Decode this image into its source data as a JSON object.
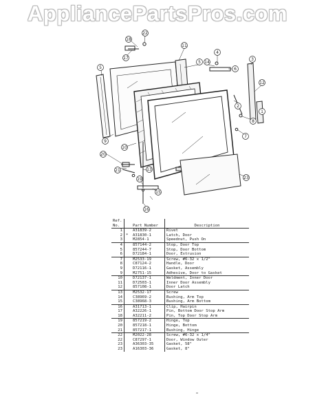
{
  "watermark": "AppliancePartsPros.com",
  "table": {
    "header_ref": "Ref.",
    "header_no": "No.",
    "header_part": "Part Number",
    "header_desc": "Description",
    "rows": [
      {
        "ref": "1",
        "mark": "",
        "part": "A31839-2",
        "desc": "Rivet",
        "sep": false
      },
      {
        "ref": "2",
        "mark": "*",
        "part": "A31830-1",
        "desc": "Latch, Door",
        "sep": false
      },
      {
        "ref": "3",
        "mark": "",
        "part": "M2854-1",
        "desc": "Speednut, Push On",
        "sep": true
      },
      {
        "ref": "4",
        "mark": "",
        "part": "857144-2",
        "desc": "Stop, Door Top",
        "sep": false
      },
      {
        "ref": "5",
        "mark": "",
        "part": "857244-7",
        "desc": "Stop, Door Bottom",
        "sep": false
      },
      {
        "ref": "6",
        "mark": "",
        "part": "D72184-1",
        "desc": "Door, Extrusion",
        "sep": true
      },
      {
        "ref": "7",
        "mark": "",
        "part": "M2533-19",
        "desc": "Screw, #6-32 x 1/2\"",
        "sep": false
      },
      {
        "ref": "8",
        "mark": "",
        "part": "C87124-2",
        "desc": "Handle, Door",
        "sep": false
      },
      {
        "ref": "9",
        "mark": "",
        "part": "D72116-1",
        "desc": "Gasket, Assembly",
        "sep": false
      },
      {
        "ref": "9",
        "mark": "",
        "part": "M2751-15",
        "desc": "Adhesive, Door to Gasket",
        "sep": true
      },
      {
        "ref": "10",
        "mark": "",
        "part": "D72137-1",
        "desc": "Weldment, Inner Door",
        "sep": false
      },
      {
        "ref": "11",
        "mark": "",
        "part": "D72503-1",
        "desc": "Inner Door Assembly",
        "sep": false
      },
      {
        "ref": "12",
        "mark": "",
        "part": "857108-1",
        "desc": "Door Latch",
        "sep": true
      },
      {
        "ref": "13",
        "mark": "",
        "part": "M2532-17",
        "desc": "Screw",
        "sep": false
      },
      {
        "ref": "14",
        "mark": "",
        "part": "C38969-2",
        "desc": "Bushing, Arm Top",
        "sep": false
      },
      {
        "ref": "15",
        "mark": "",
        "part": "C38968-3",
        "desc": "Bushing, Arm Bottom",
        "sep": true
      },
      {
        "ref": "16",
        "mark": "",
        "part": "A31713-1",
        "desc": "Clip, Hairpin",
        "sep": false
      },
      {
        "ref": "17",
        "mark": "",
        "part": "A32226-1",
        "desc": "Pin, Bottom Door Stop Arm",
        "sep": false
      },
      {
        "ref": "18",
        "mark": "",
        "part": "A32211-2",
        "desc": "Pin, Top Door Stop Arm",
        "sep": true
      },
      {
        "ref": "19",
        "mark": "",
        "part": "857219-2",
        "desc": "Hinge, Top",
        "sep": false
      },
      {
        "ref": "20",
        "mark": "",
        "part": "857218-1",
        "desc": "Hinge, Bottom",
        "sep": false
      },
      {
        "ref": "21",
        "mark": "",
        "part": "857217-1",
        "desc": "Bushing, Hinge",
        "sep": true
      },
      {
        "ref": "22",
        "mark": "",
        "part": "M2022-28",
        "desc": "Screw, #6-32 x 1/4\"",
        "sep": false
      },
      {
        "ref": "22",
        "mark": "",
        "part": "C87297-1",
        "desc": "Door, Window Outer",
        "sep": false
      },
      {
        "ref": "23",
        "mark": "",
        "part": "A36303-35",
        "desc": "Gasket, 58\"",
        "sep": false
      },
      {
        "ref": "23",
        "mark": "",
        "part": "A16303-36",
        "desc": "Gasket, 8\"",
        "sep": false
      }
    ]
  },
  "callouts": [
    "22",
    "18",
    "17",
    "11",
    "5",
    "5",
    "14",
    "4",
    "6",
    "3",
    "12",
    "2",
    "1",
    "8",
    "7",
    "9",
    "10",
    "20",
    "21",
    "13",
    "19",
    "23",
    "15",
    "16"
  ]
}
